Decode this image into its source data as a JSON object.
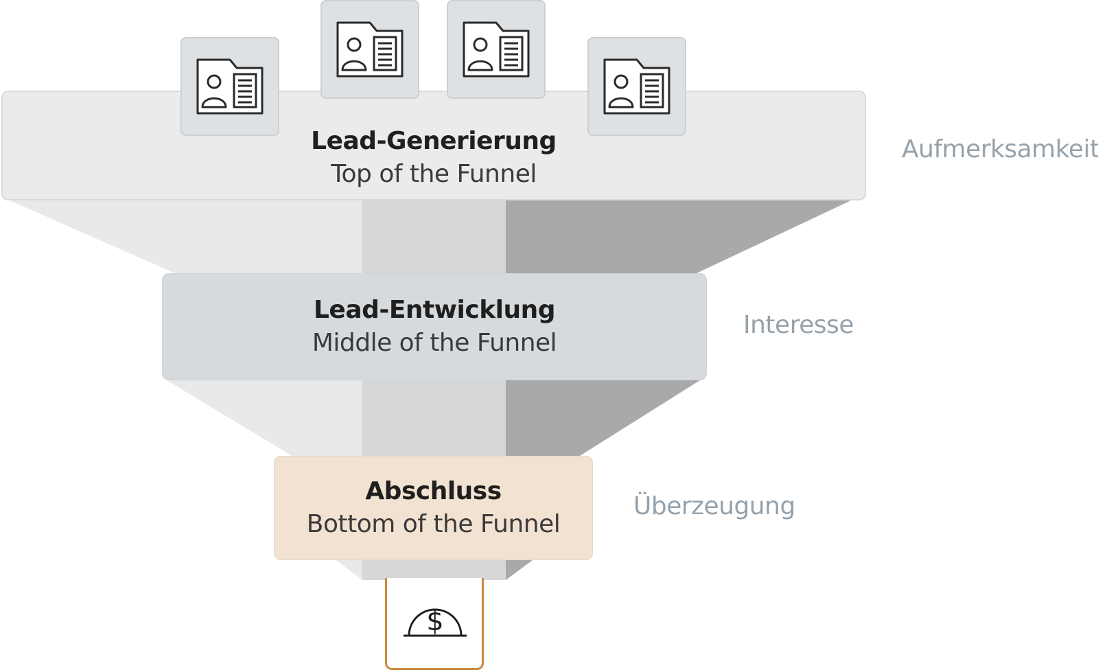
{
  "funnel": {
    "stages": [
      {
        "title": "Lead-Generierung",
        "subtitle": "Top of the Funnel",
        "phase": "Aufmerksamkeit",
        "color": "#ebebeb"
      },
      {
        "title": "Lead-Entwicklung",
        "subtitle": "Middle of the Funnel",
        "phase": "Interesse",
        "color": "#d6dadd"
      },
      {
        "title": "Abschluss",
        "subtitle": "Bottom of the Funnel",
        "phase": "Überzeugung",
        "color": "#f2e2d1"
      }
    ],
    "lead_cards": [
      {
        "icon": "contact-card-icon"
      },
      {
        "icon": "contact-card-icon"
      },
      {
        "icon": "contact-card-icon"
      },
      {
        "icon": "contact-card-icon"
      }
    ],
    "outlet": {
      "icon": "dollar-coin-icon",
      "accent": "#c98a3c"
    },
    "colors": {
      "phase_label": "#96a2ab",
      "cone_light": "#e9e9e9",
      "cone_mid": "#d7d7d7",
      "cone_dark": "#a9a9ab"
    }
  }
}
